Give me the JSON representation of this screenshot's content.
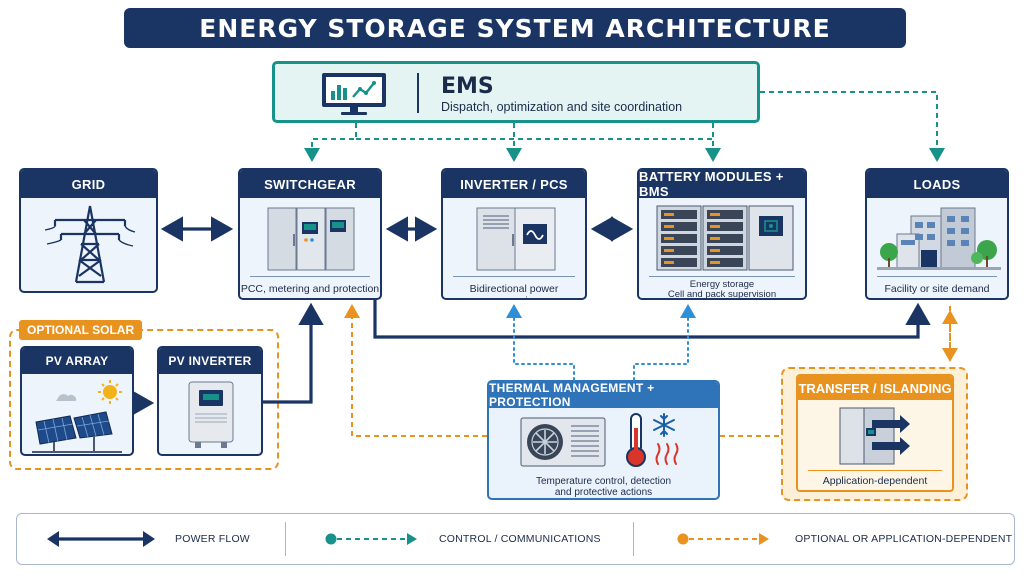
{
  "title": "ENERGY STORAGE SYSTEM ARCHITECTURE",
  "ems": {
    "title": "EMS",
    "subtitle": "Dispatch, optimization and site coordination",
    "icon": "monitor-chart-icon"
  },
  "nodes": {
    "grid": {
      "label": "GRID",
      "icon": "transmission-tower-icon"
    },
    "switchgear": {
      "label": "SWITCHGEAR",
      "caption": "PCC, metering and protection",
      "icon": "switchgear-cabinet-icon"
    },
    "inverter": {
      "label": "INVERTER / PCS",
      "caption": "Bidirectional power conversion",
      "icon": "inverter-cabinet-icon"
    },
    "battery": {
      "label": "BATTERY MODULES + BMS",
      "caption_line1": "Energy storage",
      "caption_line2": "Cell and pack supervision",
      "icon": "battery-rack-icon"
    },
    "loads": {
      "label": "LOADS",
      "caption": "Facility or site demand",
      "icon": "building-icon"
    }
  },
  "solar": {
    "group_label": "OPTIONAL SOLAR",
    "pv_array": {
      "label": "PV ARRAY",
      "icon": "solar-panel-icon"
    },
    "pv_inverter": {
      "label": "PV INVERTER",
      "icon": "pv-inverter-icon"
    }
  },
  "thermal": {
    "label": "THERMAL MANAGEMENT + PROTECTION",
    "caption_line1": "Temperature control, detection",
    "caption_line2": "and protective actions",
    "icons": [
      "hvac-unit-icon",
      "thermometer-icon",
      "snowflake-icon"
    ]
  },
  "transfer": {
    "label": "TRANSFER / ISLANDING",
    "caption": "Application-dependent",
    "icon": "transfer-switch-icon"
  },
  "legend": {
    "power_flow": "POWER FLOW",
    "control": "CONTROL / COMMUNICATIONS",
    "optional": "OPTIONAL OR APPLICATION-DEPENDENT"
  },
  "colors": {
    "navy": "#1a3464",
    "teal": "#16928a",
    "blue_dotted": "#2f8fd6",
    "orange": "#e8931f"
  }
}
